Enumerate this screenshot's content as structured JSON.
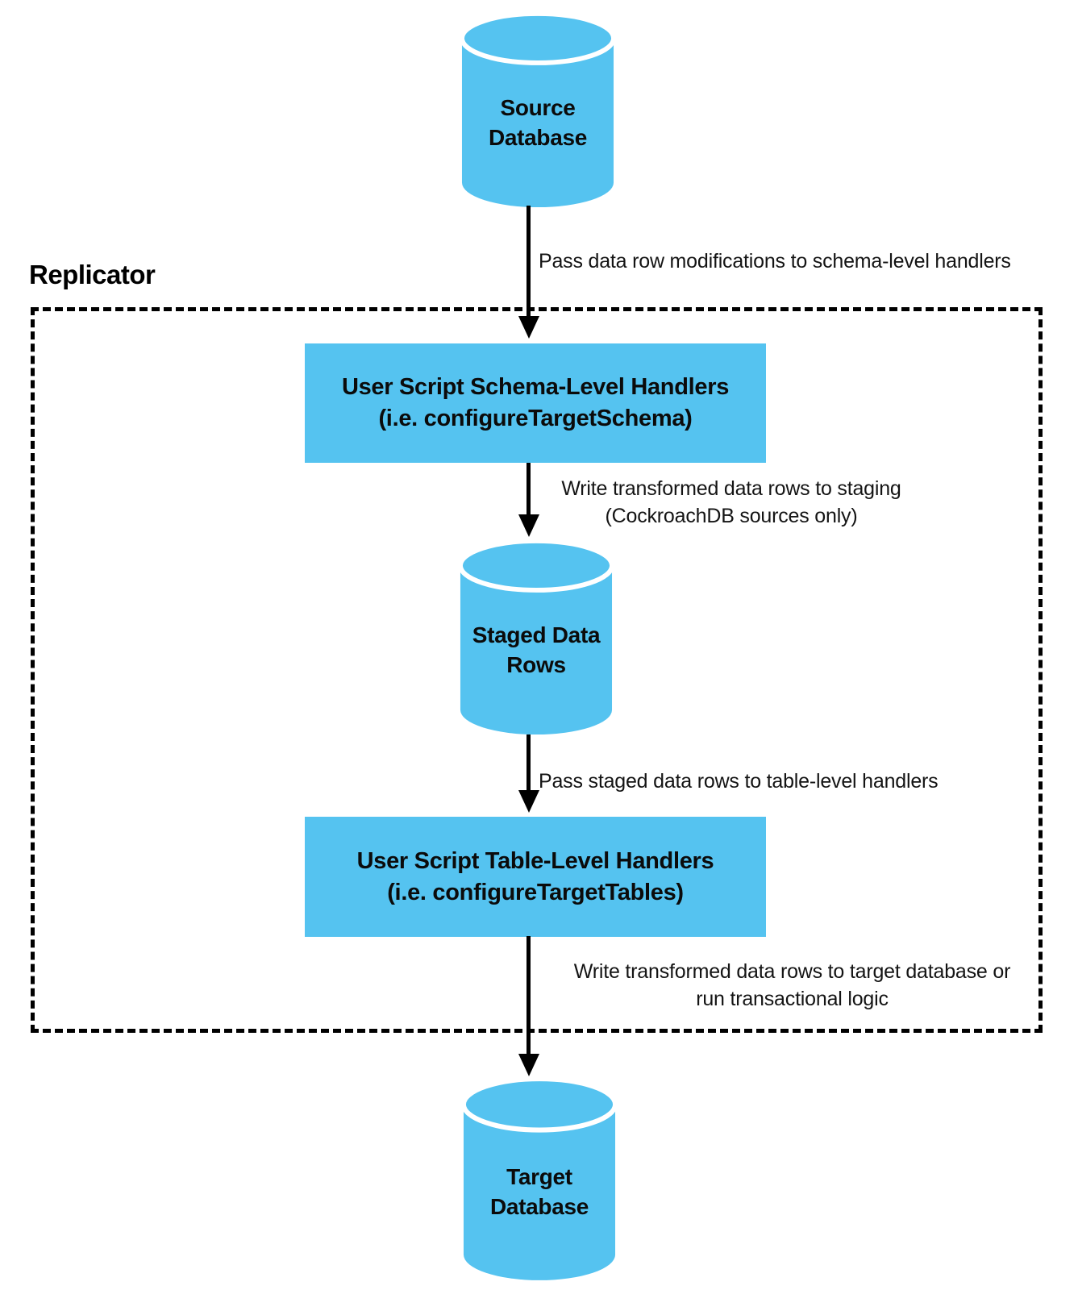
{
  "diagram": {
    "replicator_label": "Replicator",
    "accent_color": "#55C3F0",
    "line_color": "#000000",
    "nodes": {
      "source_db": {
        "type": "database",
        "label": "Source\nDatabase"
      },
      "schema_handlers": {
        "type": "process",
        "label": "User Script Schema-Level Handlers\n(i.e. configureTargetSchema)"
      },
      "staged_rows": {
        "type": "database",
        "label": "Staged Data\nRows"
      },
      "table_handlers": {
        "type": "process",
        "label": "User Script Table-Level Handlers\n(i.e. configureTargetTables)"
      },
      "target_db": {
        "type": "database",
        "label": "Target\nDatabase"
      }
    },
    "edges": [
      {
        "from": "source_db",
        "to": "schema_handlers",
        "label": "Pass data row modifications to schema-level handlers"
      },
      {
        "from": "schema_handlers",
        "to": "staged_rows",
        "label": "Write transformed data rows to staging\n(CockroachDB sources only)"
      },
      {
        "from": "staged_rows",
        "to": "table_handlers",
        "label": "Pass staged data rows to table-level handlers"
      },
      {
        "from": "table_handlers",
        "to": "target_db",
        "label": "Write transformed data rows to target database or\nrun transactional logic"
      }
    ]
  }
}
